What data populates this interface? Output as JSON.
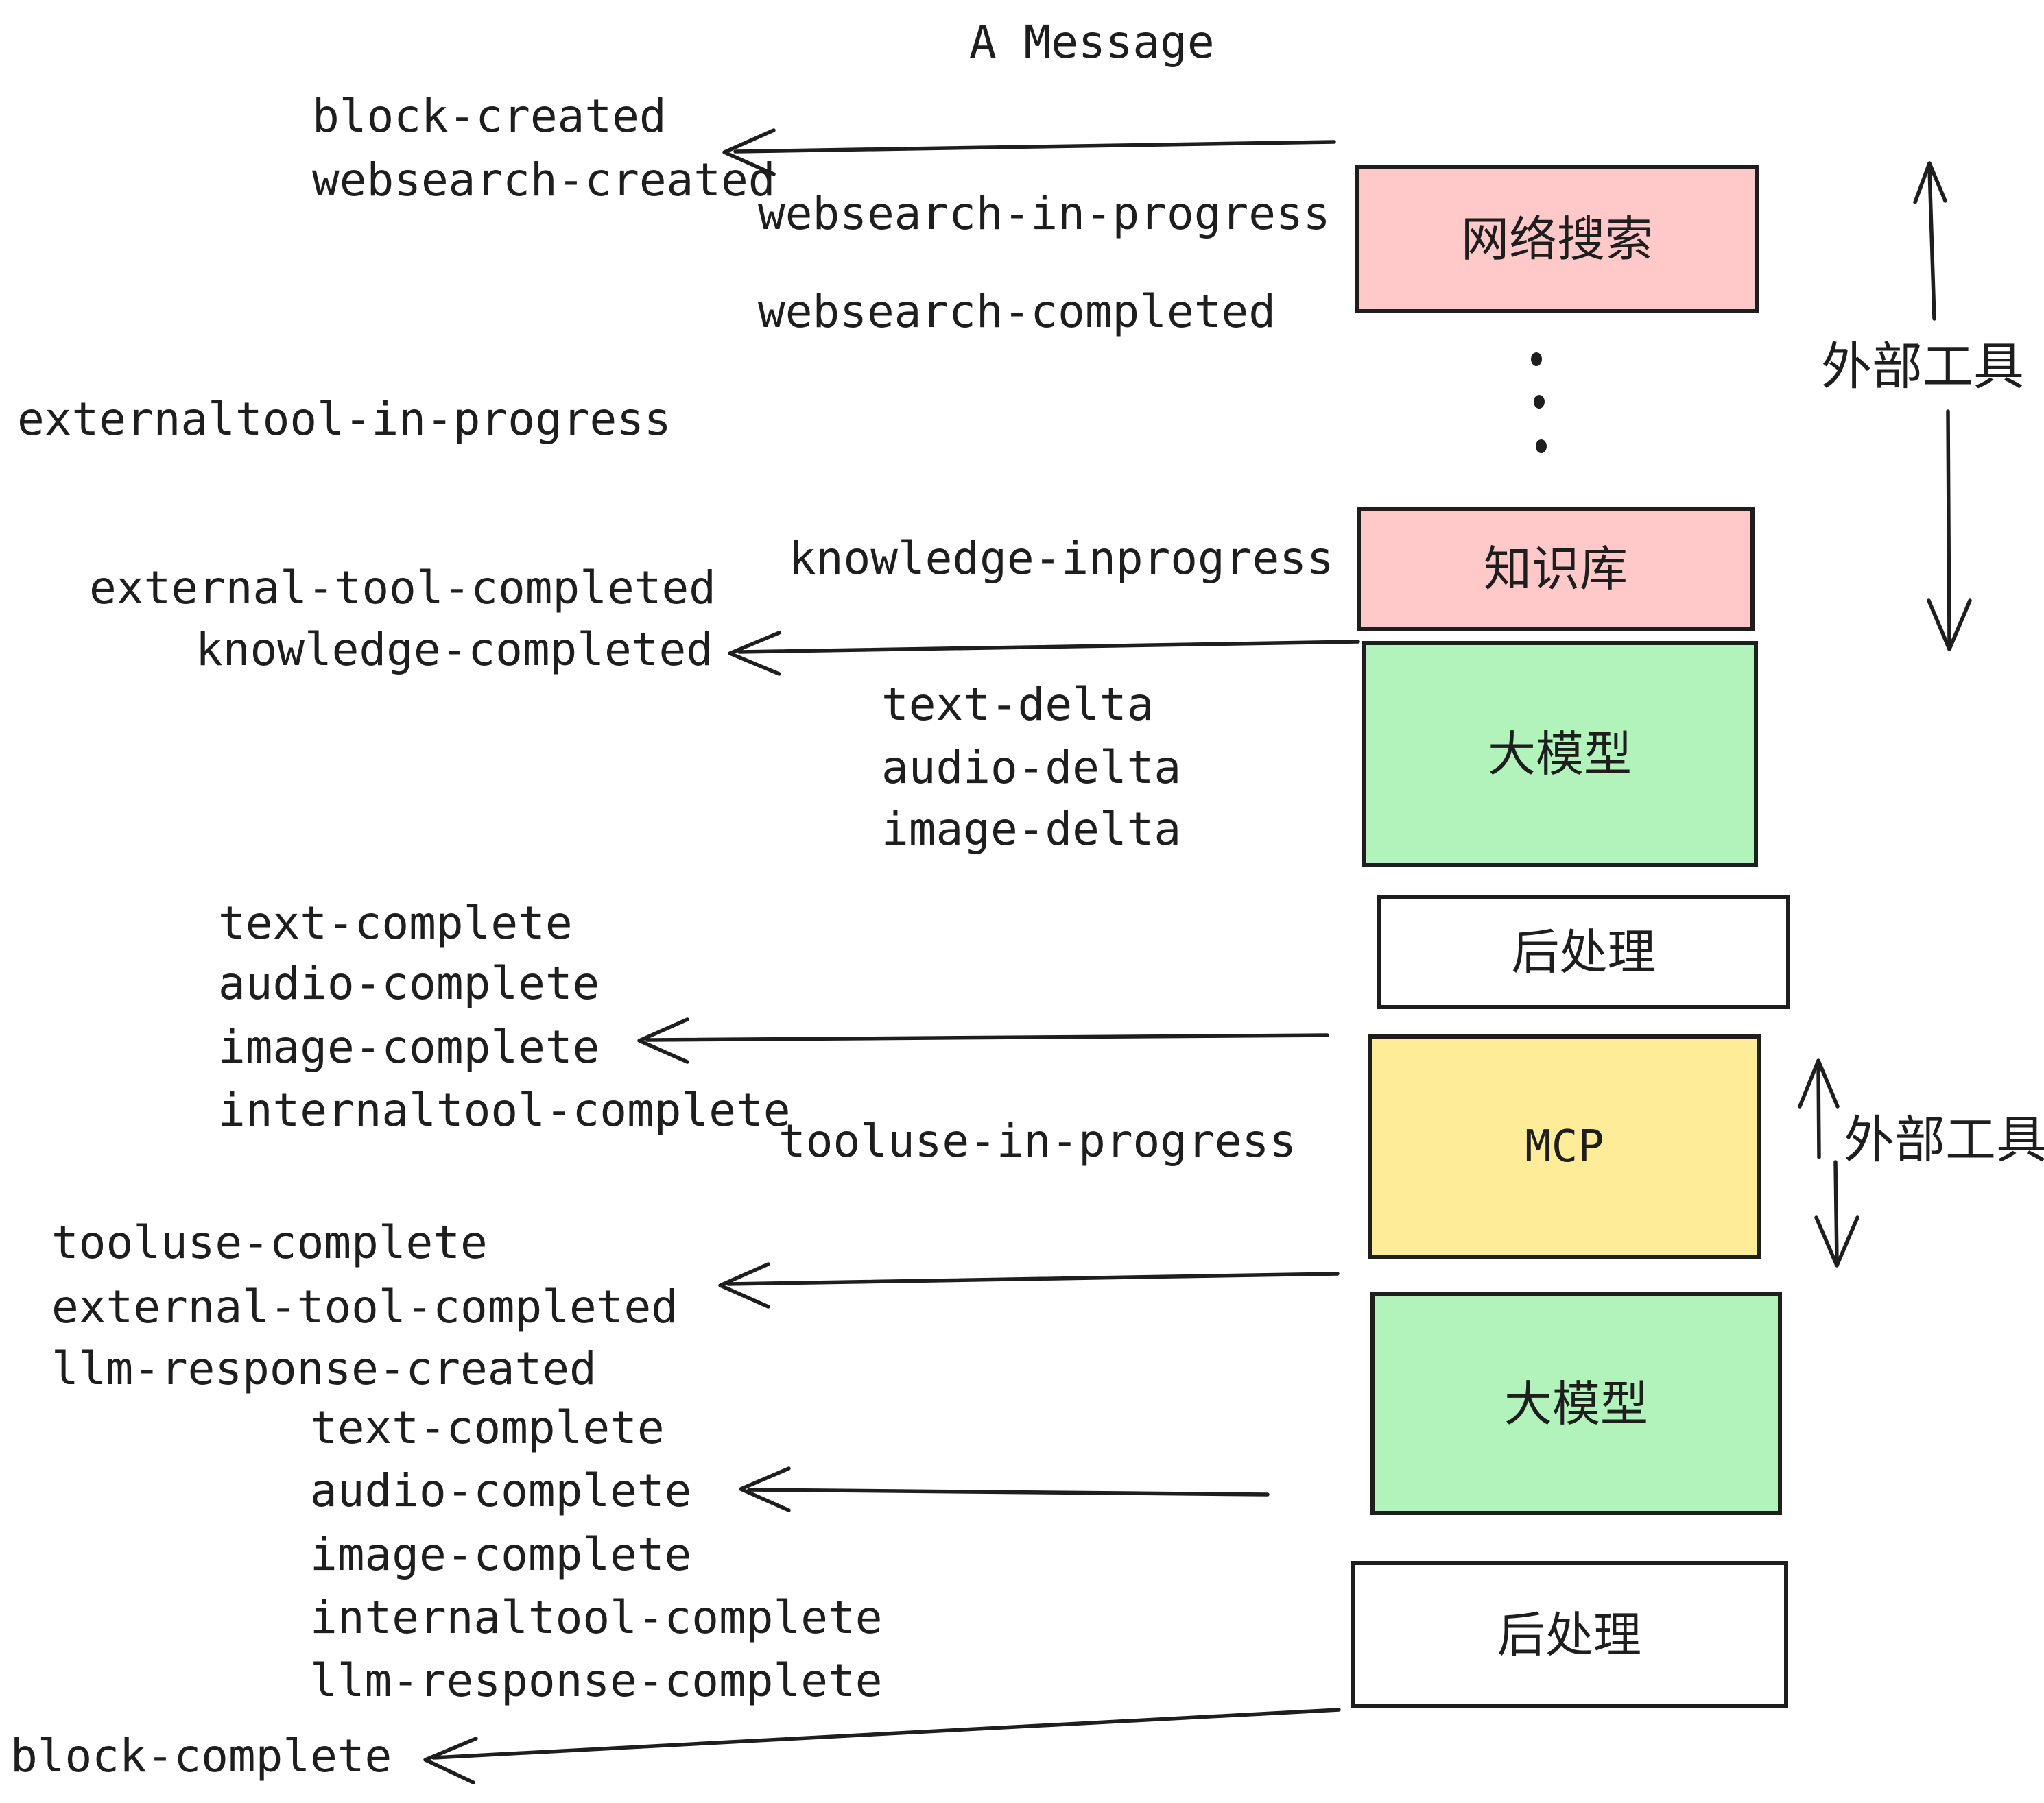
{
  "title": "A Message",
  "events": [
    {
      "id": "block-created",
      "text": "block-created"
    },
    {
      "id": "websearch-created",
      "text": "websearch-created"
    },
    {
      "id": "websearch-in-progress",
      "text": "websearch-in-progress"
    },
    {
      "id": "websearch-completed",
      "text": "websearch-completed"
    },
    {
      "id": "externaltool-in-progress",
      "text": "externaltool-in-progress"
    },
    {
      "id": "knowledge-inprogress",
      "text": "knowledge-inprogress"
    },
    {
      "id": "external-tool-completed",
      "text": "external-tool-completed"
    },
    {
      "id": "knowledge-completed",
      "text": "knowledge-completed"
    },
    {
      "id": "text-delta-1",
      "text": "text-delta"
    },
    {
      "id": "audio-delta-1",
      "text": "audio-delta"
    },
    {
      "id": "image-delta-1",
      "text": "image-delta"
    },
    {
      "id": "text-complete-1",
      "text": "text-complete"
    },
    {
      "id": "audio-complete-1",
      "text": "audio-complete"
    },
    {
      "id": "image-complete-1",
      "text": "image-complete"
    },
    {
      "id": "internaltool-complete-1",
      "text": "internaltool-complete"
    },
    {
      "id": "tooluse-in-progress",
      "text": "tooluse-in-progress"
    },
    {
      "id": "tooluse-complete",
      "text": "tooluse-complete"
    },
    {
      "id": "external-tool-completed-2",
      "text": "external-tool-completed"
    },
    {
      "id": "llm-response-created",
      "text": "llm-response-created"
    },
    {
      "id": "text-complete-2",
      "text": "text-complete"
    },
    {
      "id": "audio-complete-2",
      "text": "audio-complete"
    },
    {
      "id": "image-complete-2",
      "text": "image-complete"
    },
    {
      "id": "internaltool-complete-2",
      "text": "internaltool-complete"
    },
    {
      "id": "llm-response-complete",
      "text": "llm-response-complete"
    },
    {
      "id": "block-complete",
      "text": "block-complete"
    }
  ],
  "boxes": [
    {
      "id": "websearch",
      "label": "网络搜索",
      "color": "#ffc9c9"
    },
    {
      "id": "knowledge-base",
      "label": "知识库",
      "color": "#ffc9c9"
    },
    {
      "id": "llm-1",
      "label": "大模型",
      "color": "#b2f2bb"
    },
    {
      "id": "postprocess-1",
      "label": "后处理",
      "color": "#ffffff"
    },
    {
      "id": "mcp",
      "label": "MCP",
      "color": "#ffec99"
    },
    {
      "id": "llm-2",
      "label": "大模型",
      "color": "#b2f2bb"
    },
    {
      "id": "postprocess-2",
      "label": "后处理",
      "color": "#ffffff"
    }
  ],
  "side_labels": [
    {
      "id": "external-tools-top",
      "text": "外部工具"
    },
    {
      "id": "external-tools-bottom",
      "text": "外部工具"
    }
  ],
  "colors": {
    "background": "#ffffff",
    "stroke": "#1e1e1e",
    "text": "#1e1e1e",
    "pink": "#ffc9c9",
    "green": "#b2f2bb",
    "yellow": "#ffec99",
    "white": "#ffffff"
  }
}
